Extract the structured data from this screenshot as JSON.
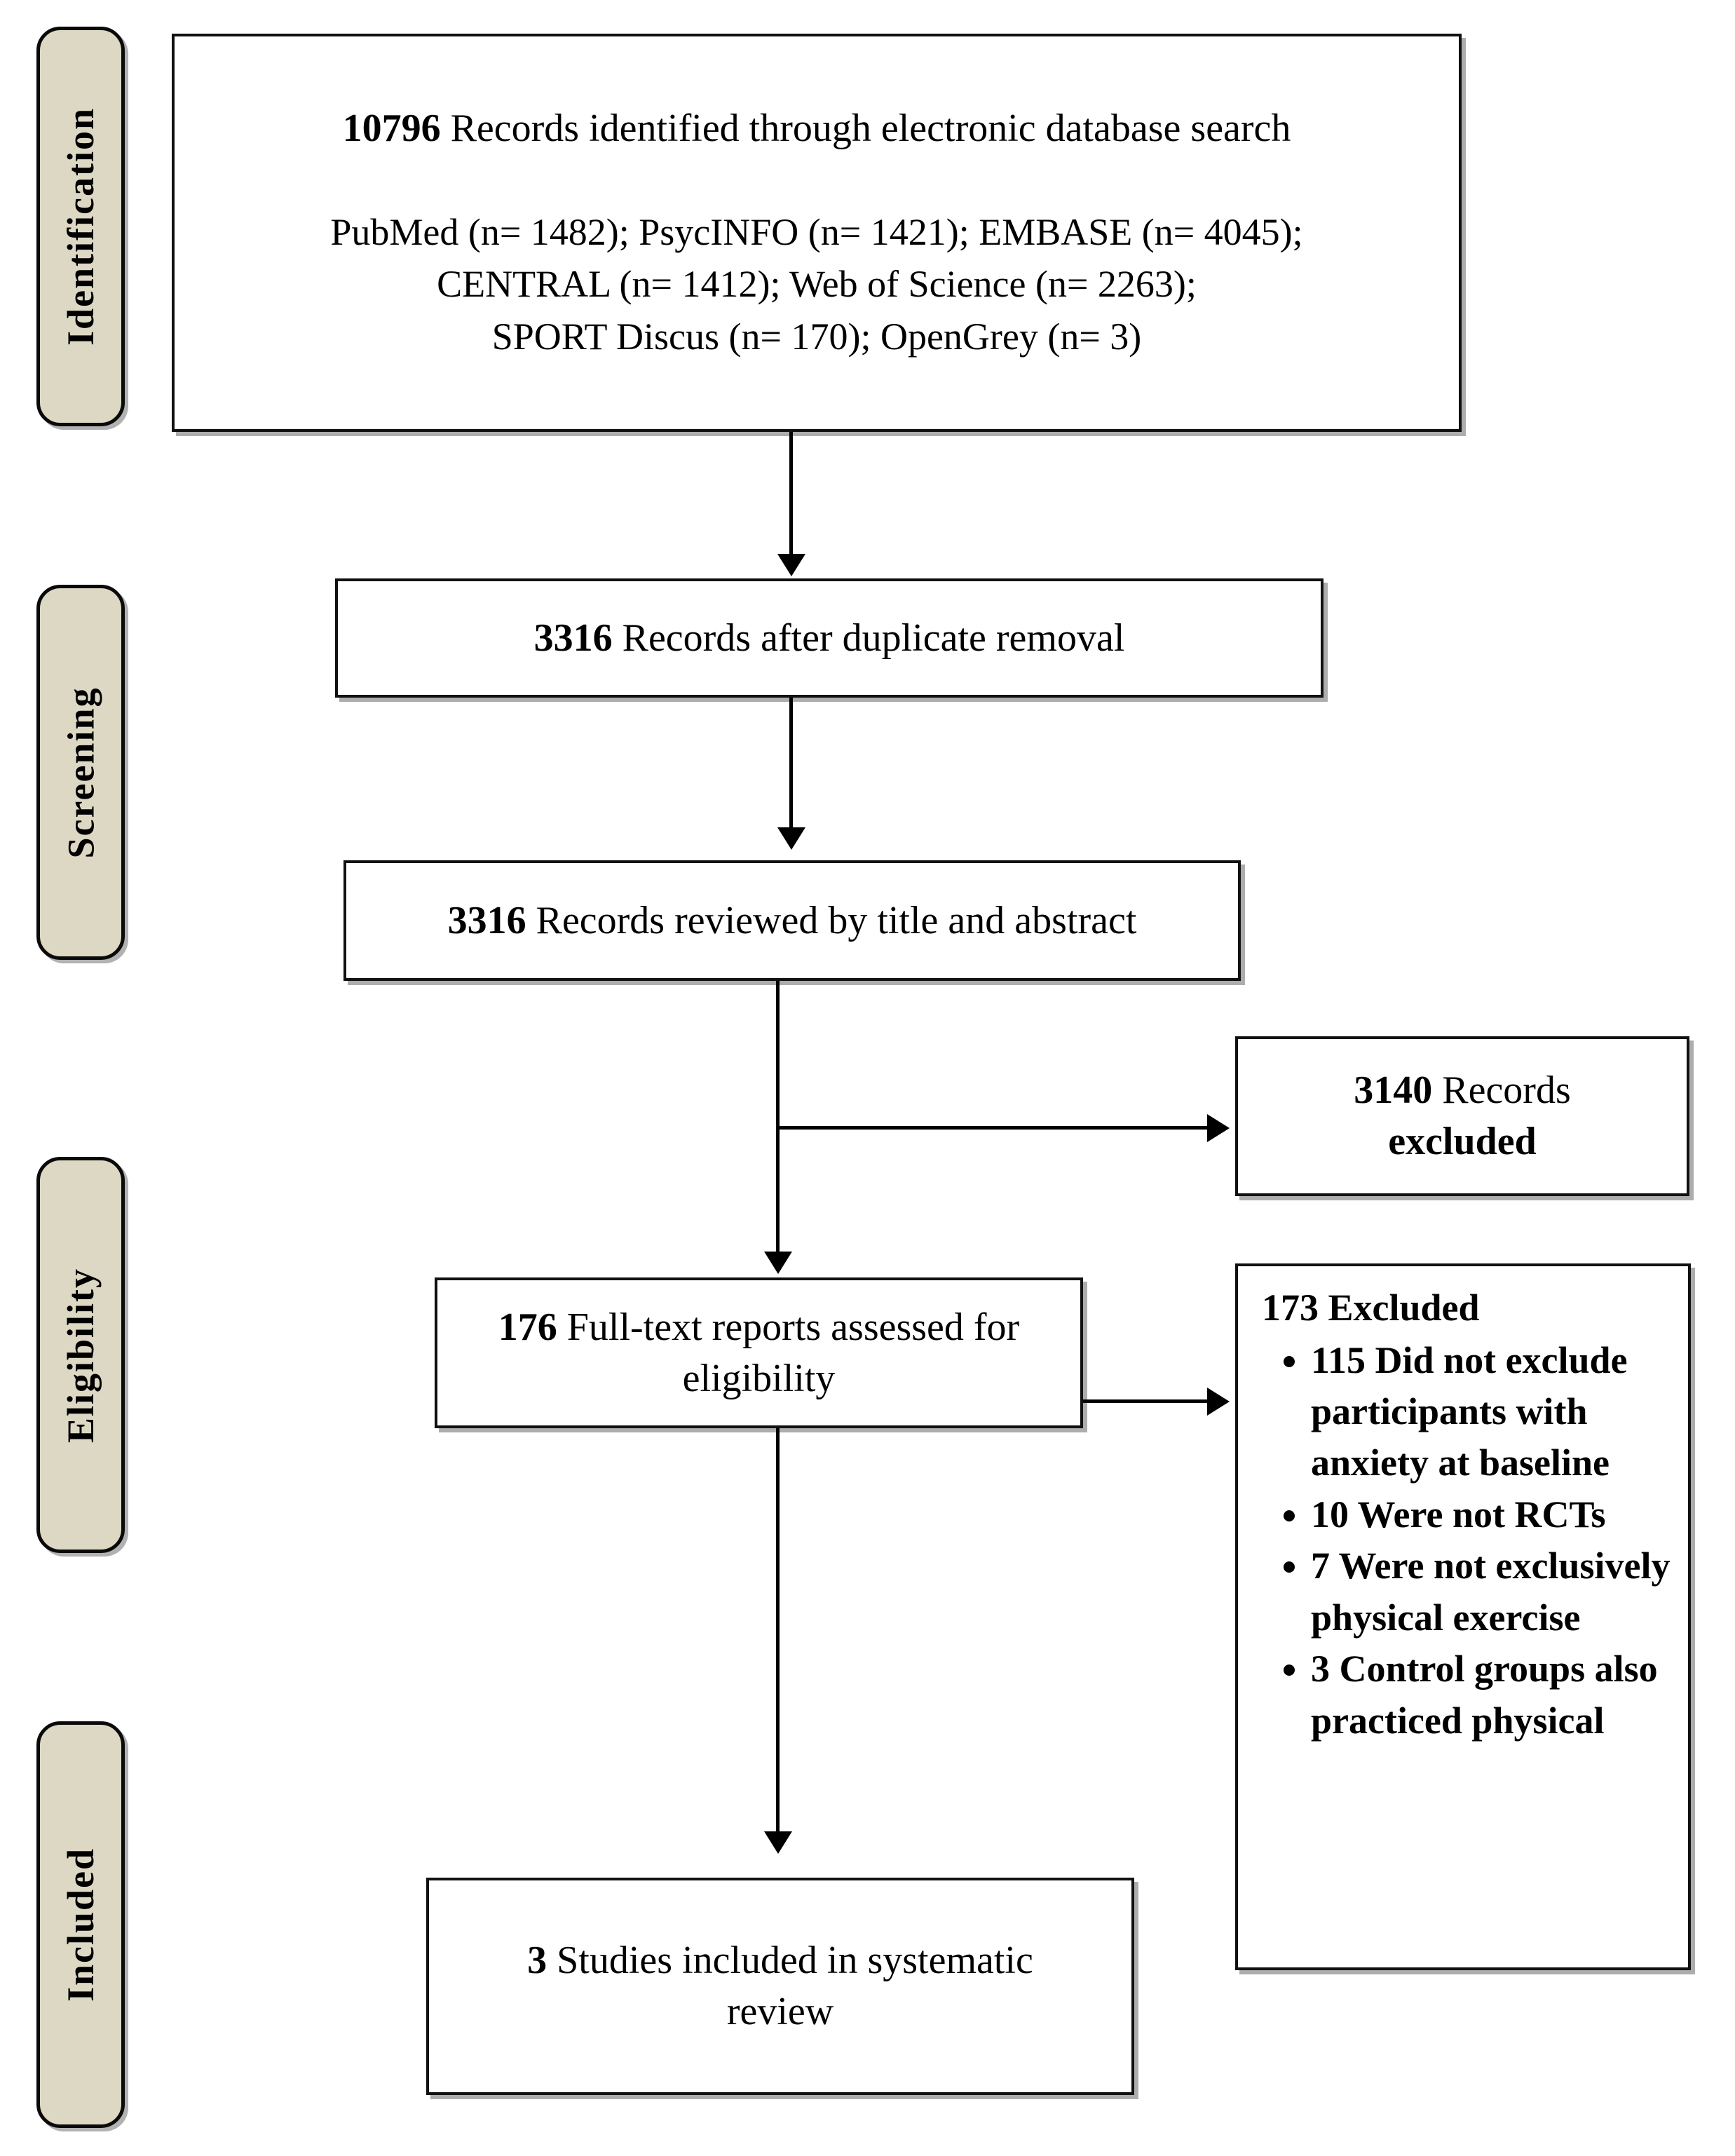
{
  "diagram": {
    "type": "prisma-flow-diagram",
    "accent_color": "#DDD8C4",
    "line_color": "#000000"
  },
  "stages": [
    {
      "label": "Identification"
    },
    {
      "label": "Screening"
    },
    {
      "label": "Eligibility"
    },
    {
      "label": "Included"
    }
  ],
  "boxes": {
    "identification": {
      "headline_count": "10796",
      "headline_text": " Records identified through electronic database search",
      "sources": [
        "PubMed (n= 1482); PsycINFO (n= 1421); EMBASE (n= 4045);",
        "CENTRAL (n= 1412); Web of Science (n= 2263);",
        "SPORT Discus (n= 170); OpenGrey (n= 3)"
      ]
    },
    "duplicates": {
      "count": "3316",
      "text": " Records after duplicate removal"
    },
    "title_abstract": {
      "count": "3316",
      "text": " Records reviewed by title and abstract"
    },
    "records_excluded": {
      "count": "3140",
      "line1": " Records",
      "line2": "excluded"
    },
    "fulltext": {
      "count": "176",
      "text": " Full-text reports assessed for eligibility"
    },
    "fulltext_excluded": {
      "heading_count": "173",
      "heading_text": " Excluded",
      "reasons": [
        "115 Did not exclude participants with anxiety at baseline",
        "10 Were not RCTs",
        "7 Were not exclusively physical exercise",
        "3 Control groups also practiced physical"
      ]
    },
    "included": {
      "count": "3",
      "text": " Studies included in systematic review"
    }
  }
}
